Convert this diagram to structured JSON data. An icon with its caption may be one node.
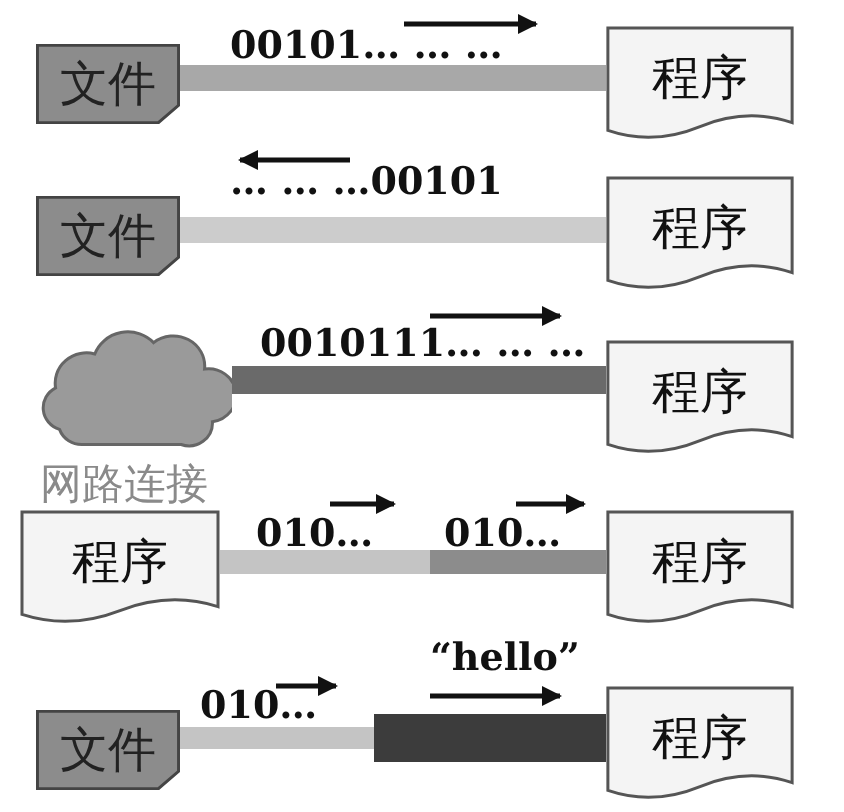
{
  "diagram": {
    "nodes": [
      {
        "text": [
          "文件"
        ]
      },
      {
        "text": [
          "程序"
        ]
      },
      {
        "text": [
          "文件"
        ]
      },
      {
        "text": [
          "程序"
        ]
      },
      {
        "text": [],
        "shape": "cloud",
        "beside": [
          "网路连接"
        ]
      },
      {
        "text": [
          "程序"
        ]
      },
      {
        "text": [
          "程序"
        ]
      },
      {
        "text": [
          "程序"
        ]
      },
      {
        "text": [
          "文件"
        ]
      },
      {
        "text": [],
        "shape": "bar"
      },
      {
        "text": [
          "程序"
        ]
      }
    ],
    "edges": [
      {
        "from": 0,
        "to": 1,
        "arrow": "none"
      },
      {
        "from": 2,
        "to": 3,
        "arrow": "none"
      },
      {
        "from": 4,
        "to": 5,
        "arrow": "none"
      },
      {
        "from": 6,
        "to": 7,
        "arrow": "none"
      },
      {
        "from": 8,
        "to": 9,
        "arrow": "none"
      }
    ],
    "labels": [
      "00101… … …",
      "… … …00101",
      "0010111… … …",
      "010…",
      "010…",
      "“hello”",
      "010…"
    ]
  }
}
